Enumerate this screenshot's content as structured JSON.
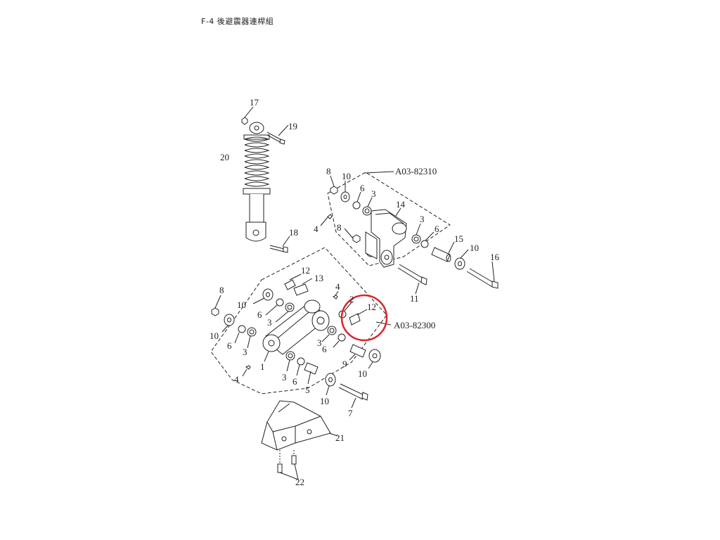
{
  "header": {
    "title": "F-4 後避震器連桿組"
  },
  "assemblies": {
    "upper": "A03-82310",
    "lower": "A03-82300"
  },
  "callouts": {
    "c17": "17",
    "c19": "19",
    "c20": "20",
    "c18": "18",
    "c8a": "8",
    "c10a": "10",
    "c6a": "6",
    "c3a": "3",
    "c14": "14",
    "c4a": "4",
    "c8b": "8",
    "c3b": "3",
    "c6b": "6",
    "c15": "15",
    "c10b": "10",
    "c16": "16",
    "c11": "11",
    "c12a": "12",
    "c13": "13",
    "c4b": "4",
    "c2": "2",
    "c12b": "12",
    "c8c": "8",
    "c10c": "10",
    "c6c": "6",
    "c3c": "3",
    "c10d": "10",
    "c6d": "6",
    "c3d": "3",
    "c1": "1",
    "c3e": "3",
    "c6e": "6",
    "c9": "9",
    "c10e": "10",
    "c3f": "3",
    "c6f": "6",
    "c5": "5",
    "c4c": "4",
    "c10f": "10",
    "c7": "7",
    "c21": "21",
    "c22": "22"
  },
  "highlight_color": "#d9262b"
}
